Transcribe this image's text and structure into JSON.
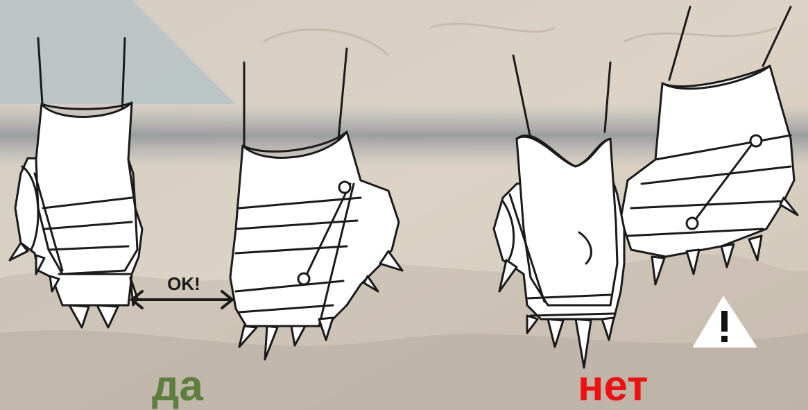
{
  "illustration": {
    "correct_gap_text": "OK!",
    "correct_label": "да",
    "incorrect_label": "нет",
    "warning_symbol": "!"
  },
  "colors": {
    "correct": "#5d7f3d",
    "incorrect": "#ee1111",
    "background": "#d9cfc2",
    "mountain": "#b8c2c6",
    "haze_band": "#8f9599"
  },
  "icons": [
    "crampon-boot-icon",
    "double-arrow-icon",
    "warning-triangle-icon"
  ]
}
